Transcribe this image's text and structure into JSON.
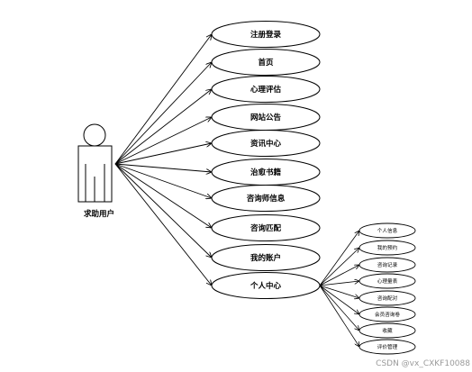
{
  "actor": {
    "label": "求助用户"
  },
  "use_cases": [
    "注册登录",
    "首页",
    "心理评估",
    "网站公告",
    "资讯中心",
    "治愈书籍",
    "咨询师信息",
    "咨询匹配",
    "我的账户",
    "个人中心"
  ],
  "sub_cases": [
    "个人信息",
    "我的预约",
    "咨询记录",
    "心理量表",
    "咨询配对",
    "会员咨询卷",
    "收藏",
    "评价管理"
  ],
  "watermark": "CSDN @vx_CXKF10088"
}
